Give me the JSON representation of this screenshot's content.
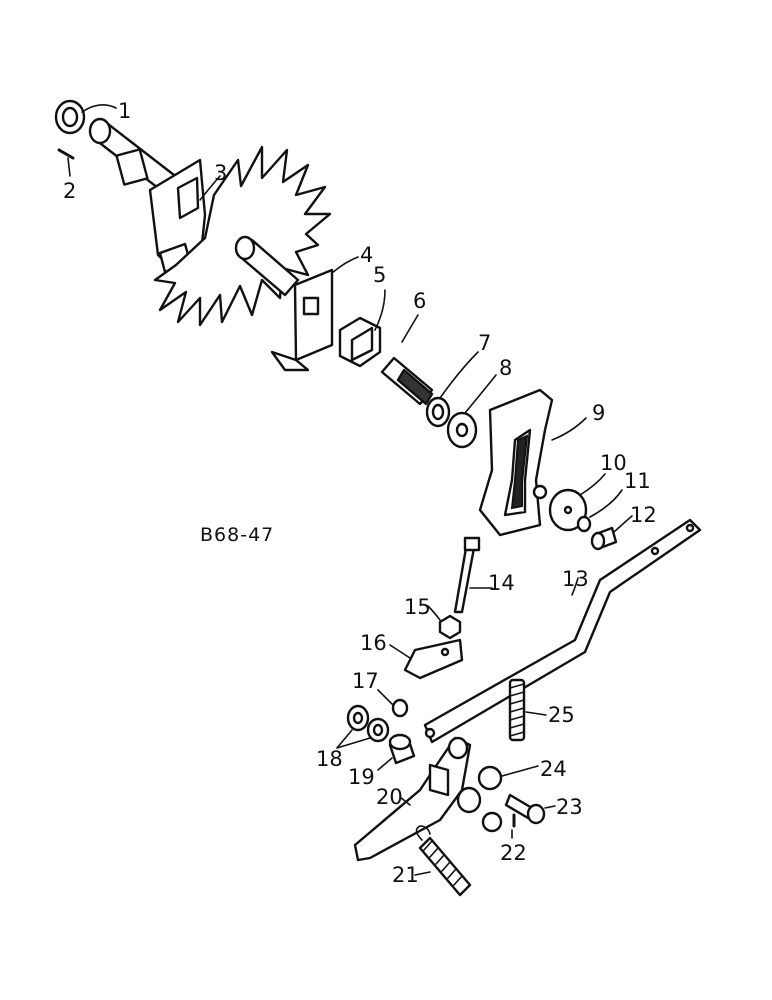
{
  "diagram": {
    "reference_code": "B68-47",
    "callouts": [
      {
        "id": "1",
        "label": "1"
      },
      {
        "id": "2",
        "label": "2"
      },
      {
        "id": "3",
        "label": "3"
      },
      {
        "id": "4",
        "label": "4"
      },
      {
        "id": "5",
        "label": "5"
      },
      {
        "id": "6",
        "label": "6"
      },
      {
        "id": "7",
        "label": "7"
      },
      {
        "id": "8",
        "label": "8"
      },
      {
        "id": "9",
        "label": "9"
      },
      {
        "id": "10",
        "label": "10"
      },
      {
        "id": "11",
        "label": "11"
      },
      {
        "id": "12",
        "label": "12"
      },
      {
        "id": "13",
        "label": "13"
      },
      {
        "id": "14",
        "label": "14"
      },
      {
        "id": "15",
        "label": "15"
      },
      {
        "id": "16",
        "label": "16"
      },
      {
        "id": "17",
        "label": "17"
      },
      {
        "id": "18",
        "label": "18"
      },
      {
        "id": "19",
        "label": "19"
      },
      {
        "id": "20",
        "label": "20"
      },
      {
        "id": "21",
        "label": "21"
      },
      {
        "id": "22",
        "label": "22"
      },
      {
        "id": "23",
        "label": "23"
      },
      {
        "id": "24",
        "label": "24"
      },
      {
        "id": "25",
        "label": "25"
      }
    ]
  }
}
